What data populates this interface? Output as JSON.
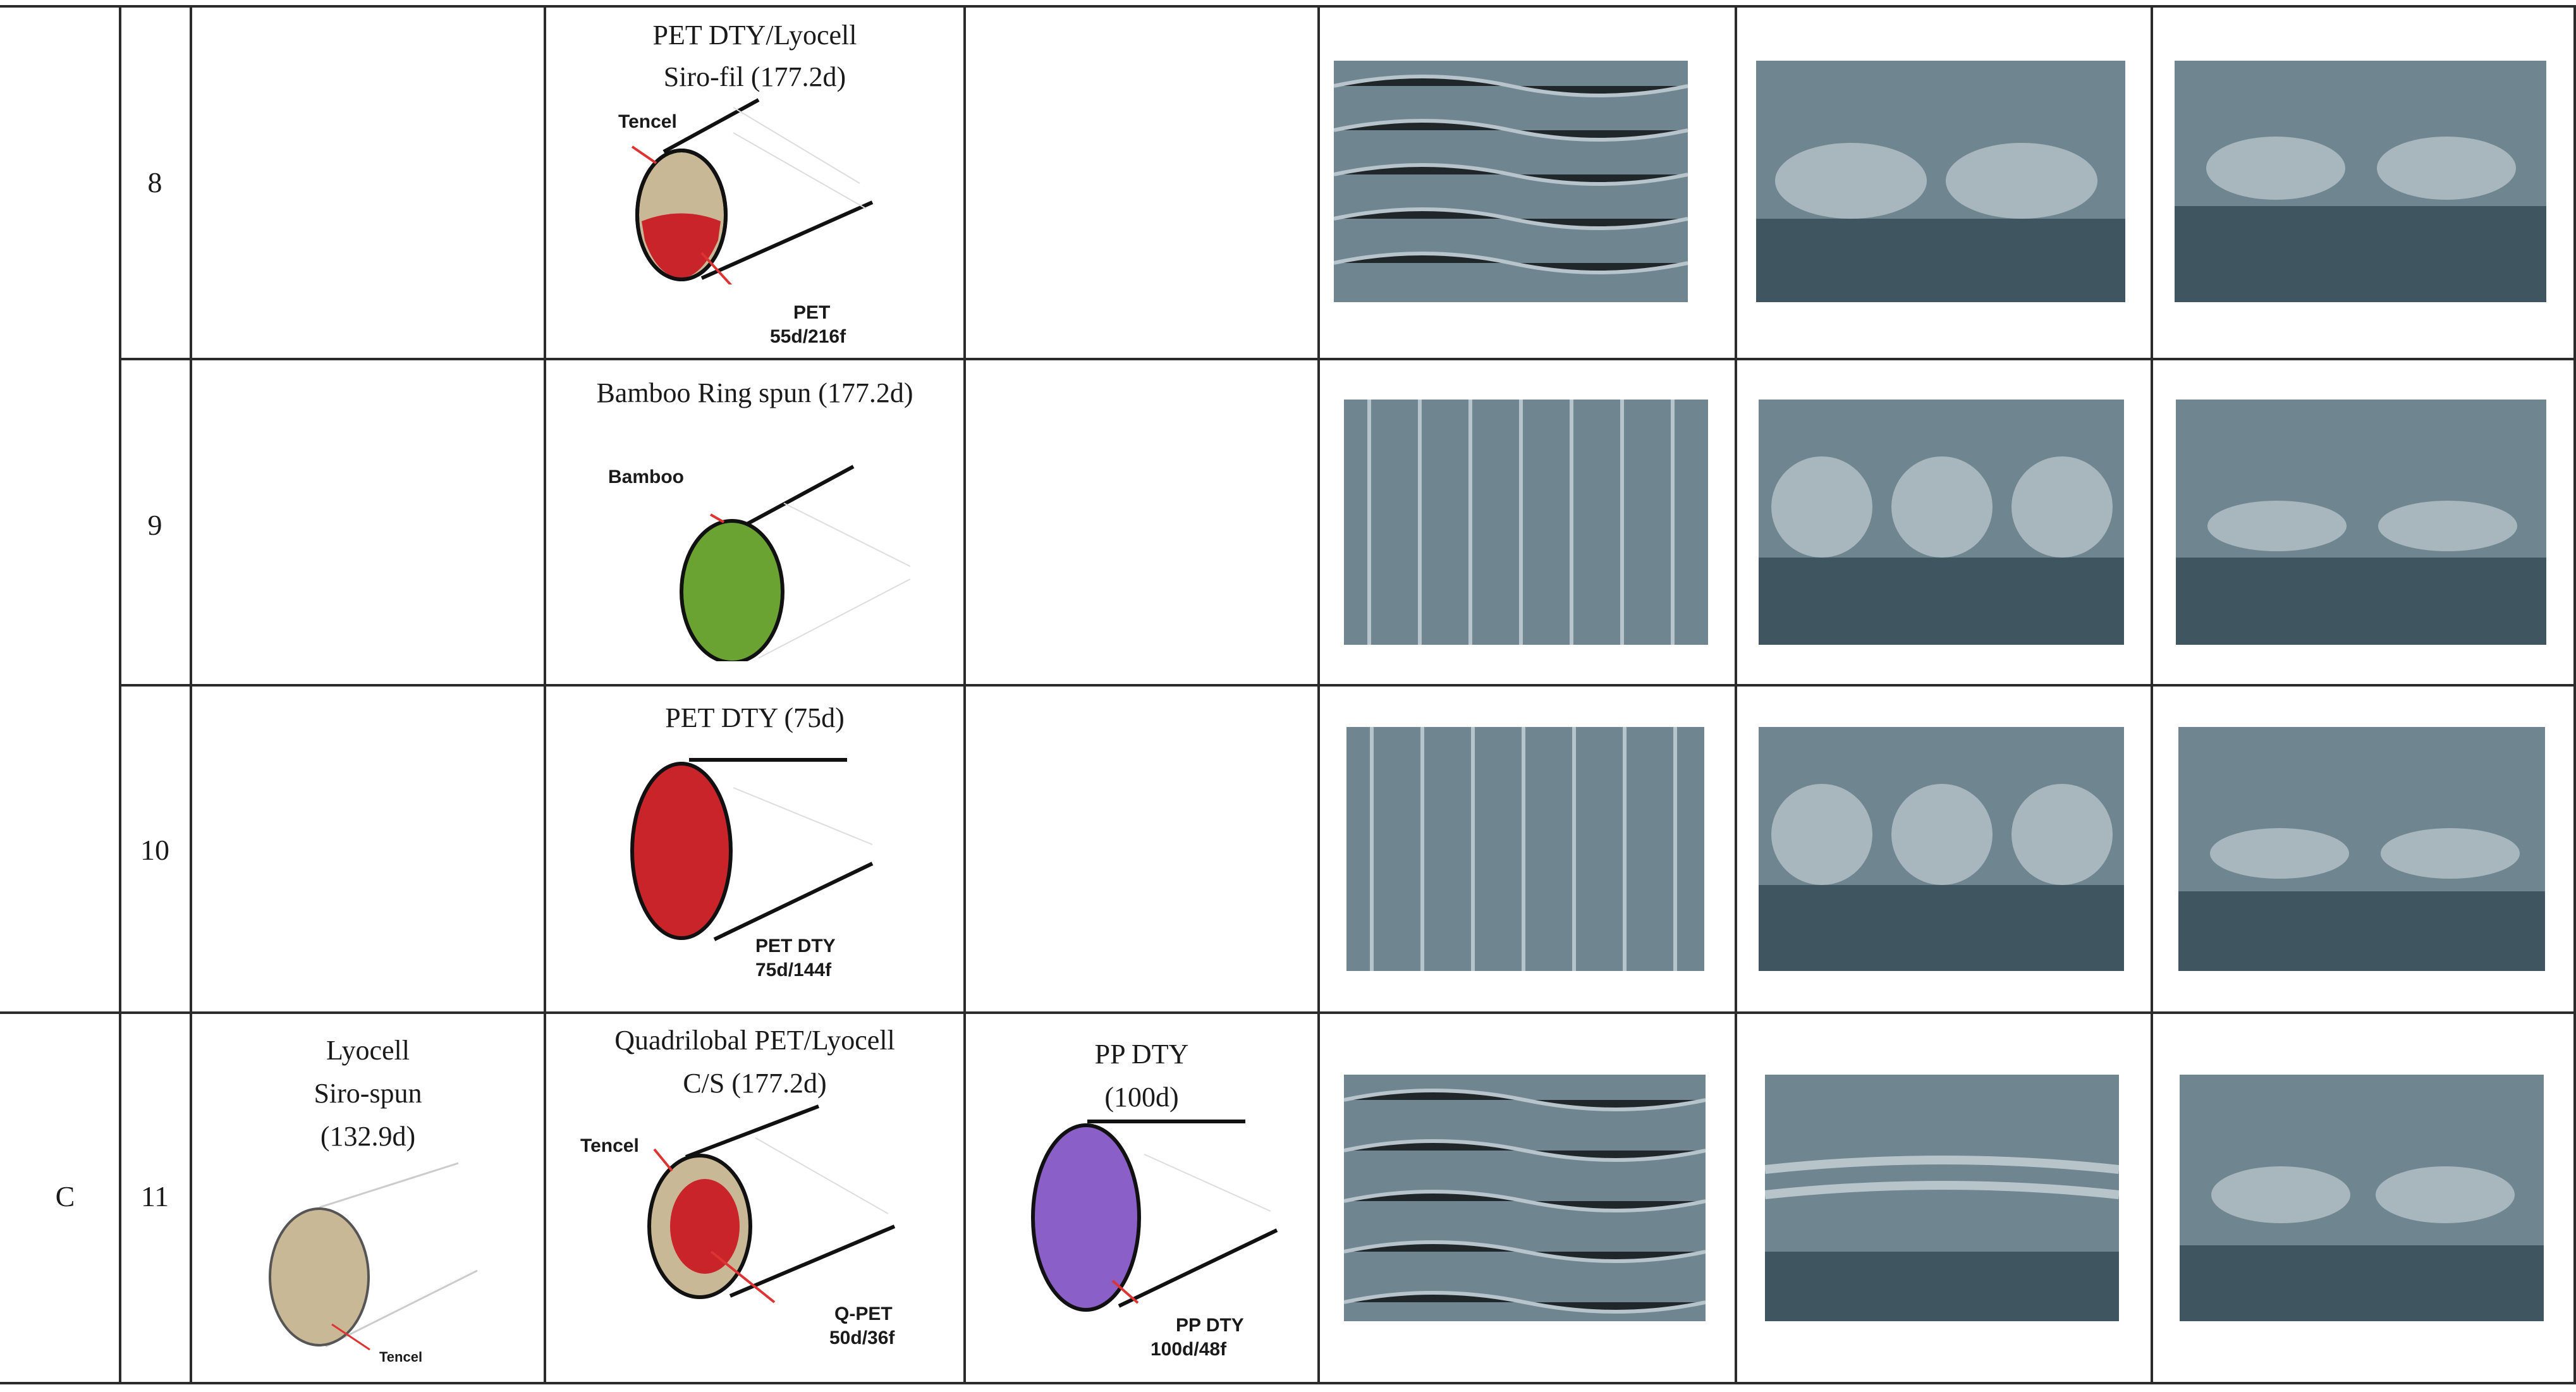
{
  "rows": [
    {
      "group": "",
      "number": "8"
    },
    {
      "group": "",
      "number": "9"
    },
    {
      "group": "",
      "number": "10"
    },
    {
      "group": "C",
      "number": "11"
    }
  ],
  "yarns": {
    "row8": {
      "line1": "PET DTY/Lyocell",
      "line2": "Siro-fil (177.2d)",
      "label_a": "Tencel",
      "label_b": "PET",
      "label_b2": "55d/216f"
    },
    "row9": {
      "line1": "Bamboo Ring spun (177.2d)",
      "label_a": "Bamboo"
    },
    "row10": {
      "line1": "PET DTY (75d)",
      "label_b": "PET DTY",
      "label_b2": "75d/144f"
    },
    "row11": {
      "line1": "Quadrilobal PET/Lyocell",
      "line2": "C/S (177.2d)",
      "label_a": "Tencel",
      "label_b": "Q-PET",
      "label_b2": "50d/36f"
    }
  },
  "weft11": {
    "line1": "Lyocell",
    "line2": "Siro-spun",
    "line3": "(132.9d)",
    "label": "Tencel"
  },
  "extra11": {
    "line1": "PP DTY",
    "line2": "(100d)",
    "label_b": "PP DTY",
    "label_b2": "100d/48f"
  },
  "colors": {
    "beige": "#c9b896",
    "red": "#c8242a",
    "green": "#6aa332",
    "purple": "#8a5fc7",
    "sem": "#6f8590"
  }
}
